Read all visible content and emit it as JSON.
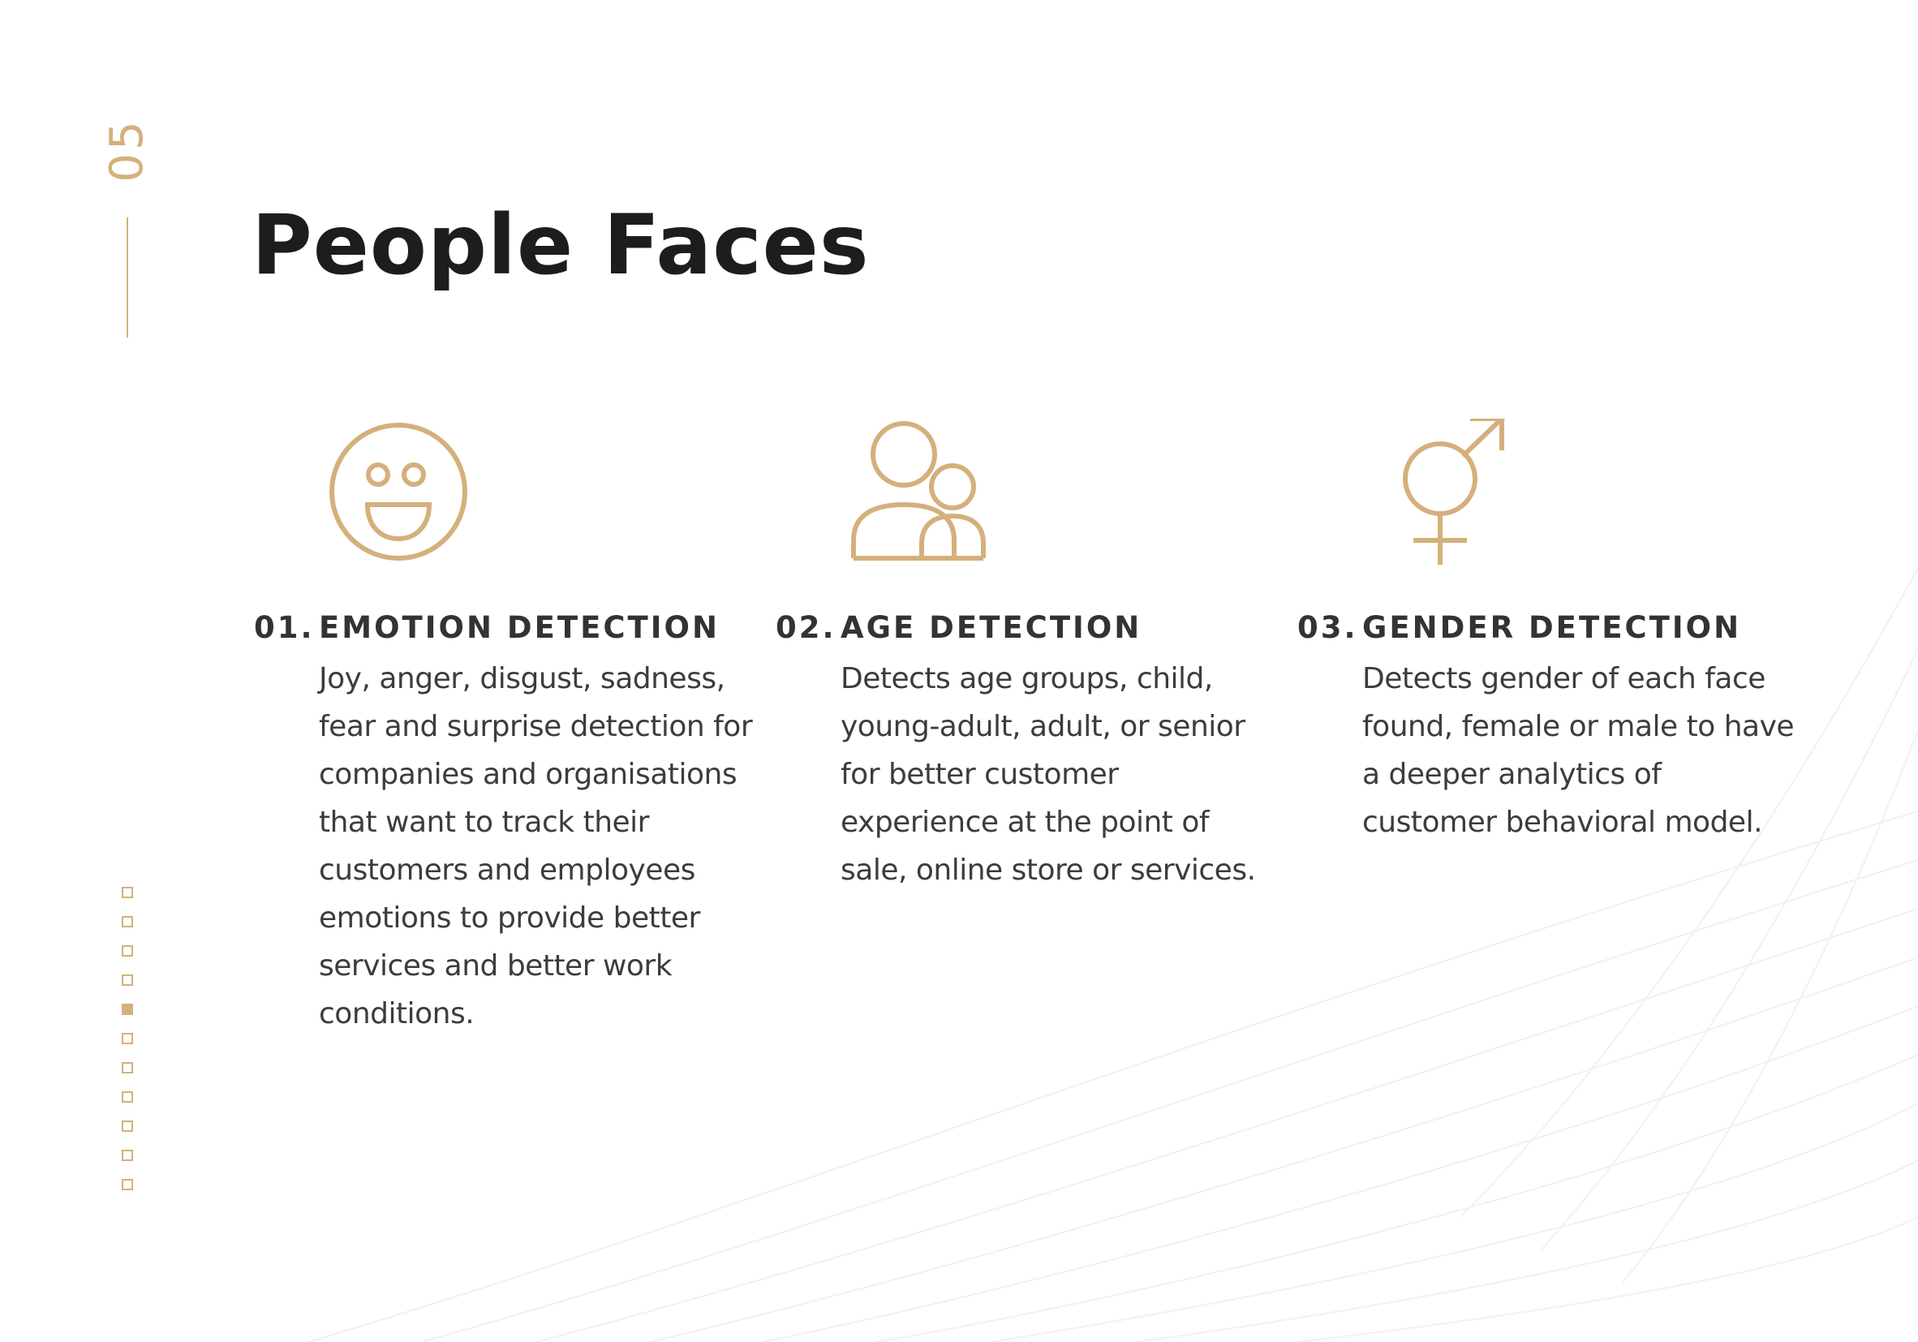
{
  "page_number": "05",
  "title": "People Faces",
  "accent_color": "#d4b07c",
  "features": [
    {
      "number": "01.",
      "heading": "EMOTION DETECTION",
      "icon": "smiley-face-icon",
      "description": "Joy, anger, disgust, sadness, fear and surprise detection for companies and organisations that want to track their customers and employees emotions to provide better services and better work conditions."
    },
    {
      "number": "02.",
      "heading": "AGE DETECTION",
      "icon": "adult-child-icon",
      "description": "Detects age groups, child, young-adult, adult, or senior for better customer experience at the point of sale, online store or services."
    },
    {
      "number": "03.",
      "heading": "GENDER DETECTION",
      "icon": "gender-symbol-icon",
      "description": "Detects gender of each face found, female or male to have a deeper analytics of customer behavioral model."
    }
  ],
  "pagination": {
    "total": 11,
    "active": 5
  }
}
